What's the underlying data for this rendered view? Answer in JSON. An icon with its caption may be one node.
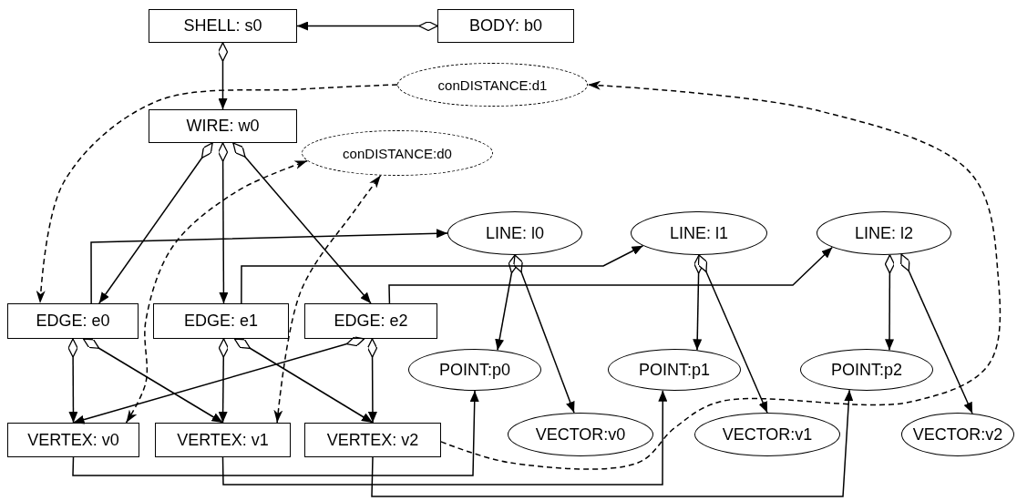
{
  "diagram": {
    "nodes": [
      {
        "text": [
          "SHELL: s0"
        ]
      },
      {
        "text": [
          "BODY: b0"
        ]
      },
      {
        "text": [
          "conDISTANCE:d1"
        ]
      },
      {
        "text": [
          "WIRE: w0"
        ]
      },
      {
        "text": [
          "conDISTANCE:d0"
        ]
      },
      {
        "text": [
          "LINE: l0"
        ]
      },
      {
        "text": [
          "LINE: l1"
        ]
      },
      {
        "text": [
          "LINE: l2"
        ]
      },
      {
        "text": [
          "EDGE: e0"
        ]
      },
      {
        "text": [
          "EDGE: e1"
        ]
      },
      {
        "text": [
          "EDGE: e2"
        ]
      },
      {
        "text": [
          "POINT:p0"
        ]
      },
      {
        "text": [
          "POINT:p1"
        ]
      },
      {
        "text": [
          "POINT:p2"
        ]
      },
      {
        "text": [
          "VERTEX: v0"
        ]
      },
      {
        "text": [
          "VERTEX: v1"
        ]
      },
      {
        "text": [
          "VERTEX: v2"
        ]
      },
      {
        "text": [
          "VECTOR:v0"
        ]
      },
      {
        "text": [
          "VECTOR:v1"
        ]
      },
      {
        "text": [
          "VECTOR:v2"
        ]
      }
    ],
    "edges": [
      {
        "from": 1,
        "to": 0,
        "arrow": "to"
      },
      {
        "from": 0,
        "to": 3,
        "arrow": "to"
      },
      {
        "from": 3,
        "to": 8,
        "arrow": "to"
      },
      {
        "from": 3,
        "to": 9,
        "arrow": "to"
      },
      {
        "from": 3,
        "to": 10,
        "arrow": "to"
      },
      {
        "from": 8,
        "to": 14,
        "arrow": "to"
      },
      {
        "from": 8,
        "to": 15,
        "arrow": "to"
      },
      {
        "from": 9,
        "to": 15,
        "arrow": "to"
      },
      {
        "from": 9,
        "to": 16,
        "arrow": "to"
      },
      {
        "from": 10,
        "to": 14,
        "arrow": "to"
      },
      {
        "from": 10,
        "to": 16,
        "arrow": "to"
      },
      {
        "from": 5,
        "to": 11,
        "arrow": "to"
      },
      {
        "from": 5,
        "to": 17,
        "arrow": "to"
      },
      {
        "from": 6,
        "to": 12,
        "arrow": "to"
      },
      {
        "from": 6,
        "to": 18,
        "arrow": "to"
      },
      {
        "from": 7,
        "to": 13,
        "arrow": "to"
      },
      {
        "from": 7,
        "to": 19,
        "arrow": "to"
      },
      {
        "from": 8,
        "to": 5,
        "arrow": "to"
      },
      {
        "from": 9,
        "to": 6,
        "arrow": "to"
      },
      {
        "from": 10,
        "to": 7,
        "arrow": "to"
      },
      {
        "from": 14,
        "to": 11,
        "arrow": "to"
      },
      {
        "from": 15,
        "to": 12,
        "arrow": "to"
      },
      {
        "from": 16,
        "to": 13,
        "arrow": "to"
      },
      {
        "from": 2,
        "to": 8,
        "arrow": "to",
        "style": "dashed"
      },
      {
        "from": 16,
        "to": 2,
        "arrow": "to",
        "style": "dashed"
      },
      {
        "from": 14,
        "to": 4,
        "arrow": "both",
        "style": "dashed"
      },
      {
        "from": 15,
        "to": 4,
        "arrow": "both",
        "style": "dashed"
      }
    ]
  }
}
